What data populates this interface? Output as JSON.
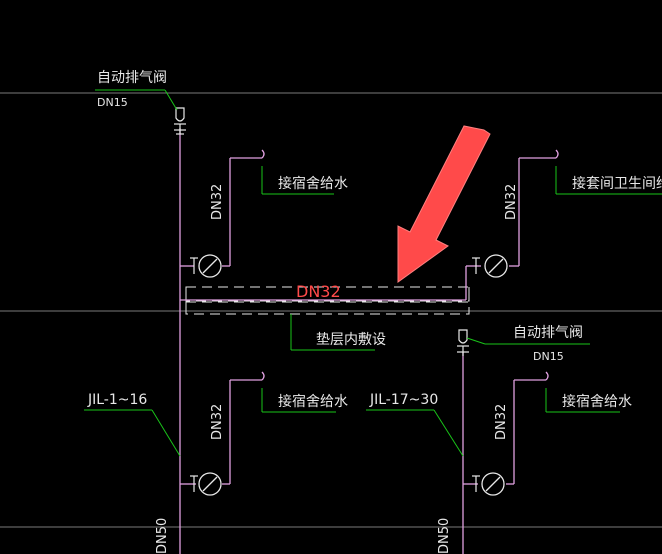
{
  "colors": {
    "background": "#000000",
    "pipe": "#e0a0e0",
    "leader": "#19c419",
    "text": "#e8e8e8",
    "annotation_red": "#ff4040",
    "grid_line": "#7a7a7a"
  },
  "labels": {
    "auto_vent_top": "自动排气阀",
    "auto_vent_top_size": "DN15",
    "auto_vent_right": "自动排气阀",
    "auto_vent_right_size": "DN15",
    "dorm_supply_1": "接宿舍给水",
    "suite_bath_supply": "接套间卫生间给水",
    "dorm_supply_2": "接宿舍给水",
    "dorm_supply_3": "接宿舍给水",
    "cushion_laying": "垫层内敷设",
    "riser_left": "JIL-1~16",
    "riser_right": "JIL-17~30",
    "pipe_size_dn32": "DN32",
    "pipe_size_dn50": "DN50",
    "dn32_highlight": "DN32"
  },
  "icons": {
    "arrow": "red-arrow-icon",
    "valve": "valve-icon",
    "meter": "water-meter-icon",
    "vent": "air-vent-icon"
  }
}
